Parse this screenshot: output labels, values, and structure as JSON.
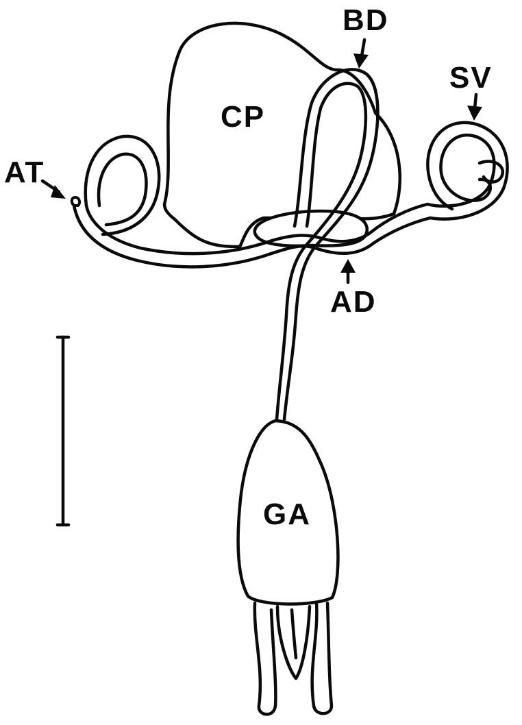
{
  "labels": {
    "cp": "CP",
    "bd": "BD",
    "sv": "SV",
    "at": "AT",
    "ad": "AD",
    "ga": "GA"
  },
  "colors": {
    "ink": "#0a0a0a",
    "background": "#ffffff"
  }
}
